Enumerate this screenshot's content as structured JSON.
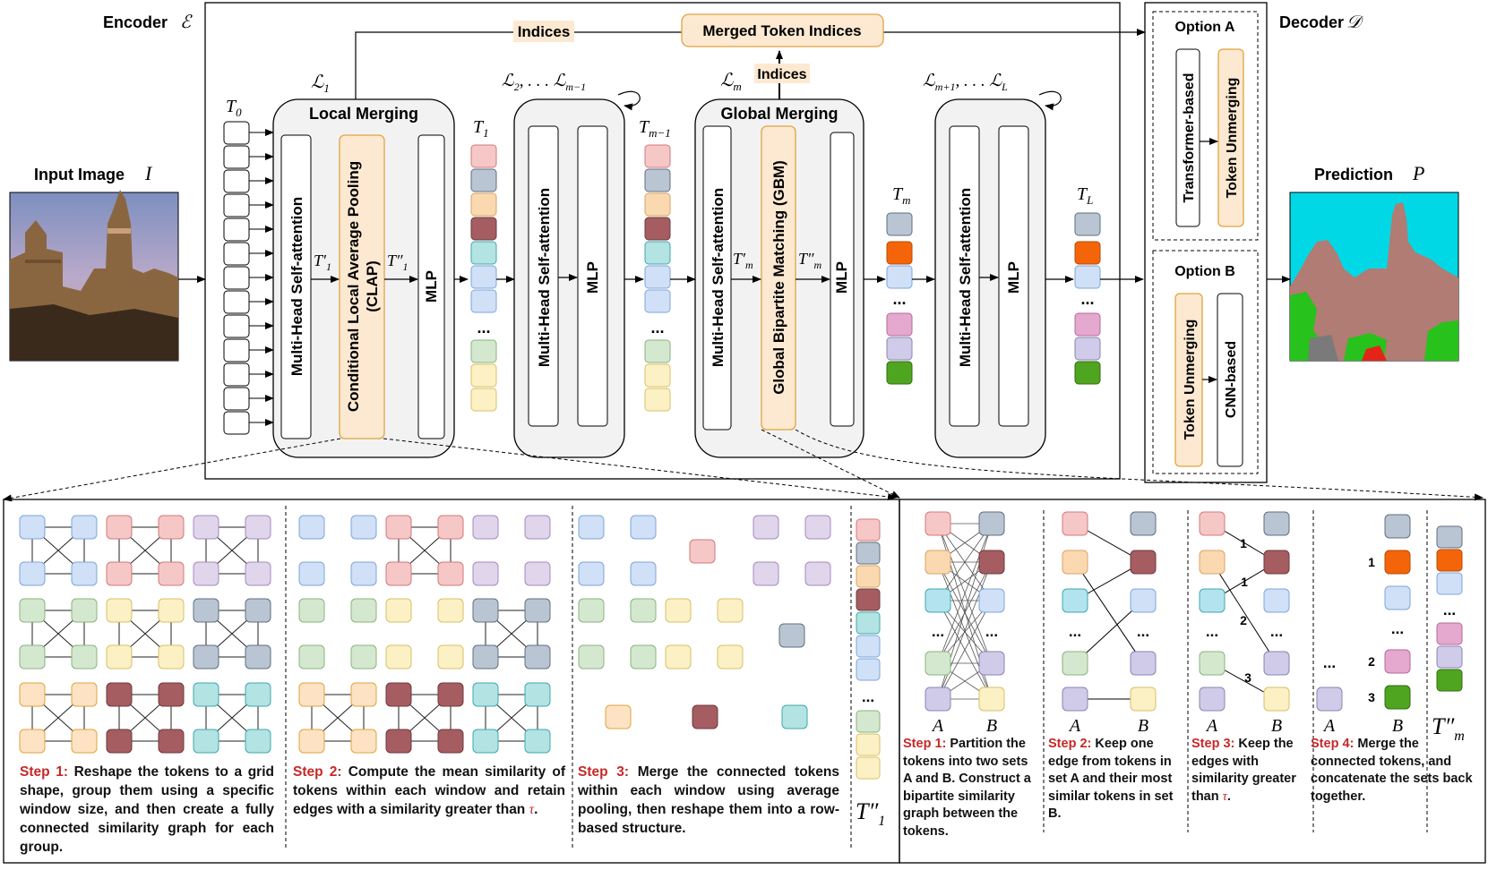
{
  "encoder_label": "Encoder",
  "decoder_label": "Decoder",
  "input_label": "Input Image",
  "input_symbol": "I",
  "prediction_label": "Prediction",
  "prediction_symbol": "P",
  "merged_indices_label": "Merged Token Indices",
  "indices_label_top": "Indices",
  "indices_label_mid": "Indices",
  "local_merging_title": "Local Merging",
  "global_merging_title": "Global Merging",
  "mhsa_label": "Multi-Head Self-attention",
  "mlp_label": "MLP",
  "clap_line1": "Conditional Local Average Pooling",
  "clap_line2": "(CLAP)",
  "gbm_label": "Global Bipartite  Matching (GBM)",
  "option_a": "Option A",
  "option_b": "Option B",
  "transformer_based": "Transformer-based",
  "cnn_based": "CNN-based",
  "token_unmerging": "Token Unmerging",
  "dots": "...",
  "set_a": "A",
  "set_b": "B",
  "clap_steps": {
    "step1_head": "Step 1:",
    "step1_text": "Reshape the tokens to a grid shape, group them using a specific window size, and then create a fully connected similarity graph for each group.",
    "step2_head": "Step 2:",
    "step2_text": "Compute the mean similarity of tokens within each window and retain edges with a similarity greater than",
    "step3_head": "Step  3:",
    "step3_text": "Merge the connected tokens within each window using average pooling, then reshape them into a row-based structure."
  },
  "gbm_steps": {
    "step1_head": "Step 1:",
    "step1_text": "Partition the tokens into two sets A and B. Construct a bipartite similarity graph between the tokens.",
    "step2_head": "Step 2:",
    "step2_text": "Keep one edge from tokens in set A and their most similar tokens in set B.",
    "step3_head": "Step 3:",
    "step3_text": "Keep the edges with similarity greater than",
    "step4_head": "Step 4:",
    "step4_text": "Merge the connected tokens, and concatenate the sets back together."
  },
  "tau": "τ",
  "edge_labels": [
    "1",
    "1",
    "2",
    "3"
  ],
  "merge_counts": [
    "1",
    "2",
    "3"
  ],
  "colors": {
    "token_orange_fill": "#fde9d1",
    "token_orange_border": "#e0a340",
    "red_text": "#c62828",
    "sky": "#00d8e6",
    "building": "#b07c74",
    "grass": "#27c21b"
  }
}
